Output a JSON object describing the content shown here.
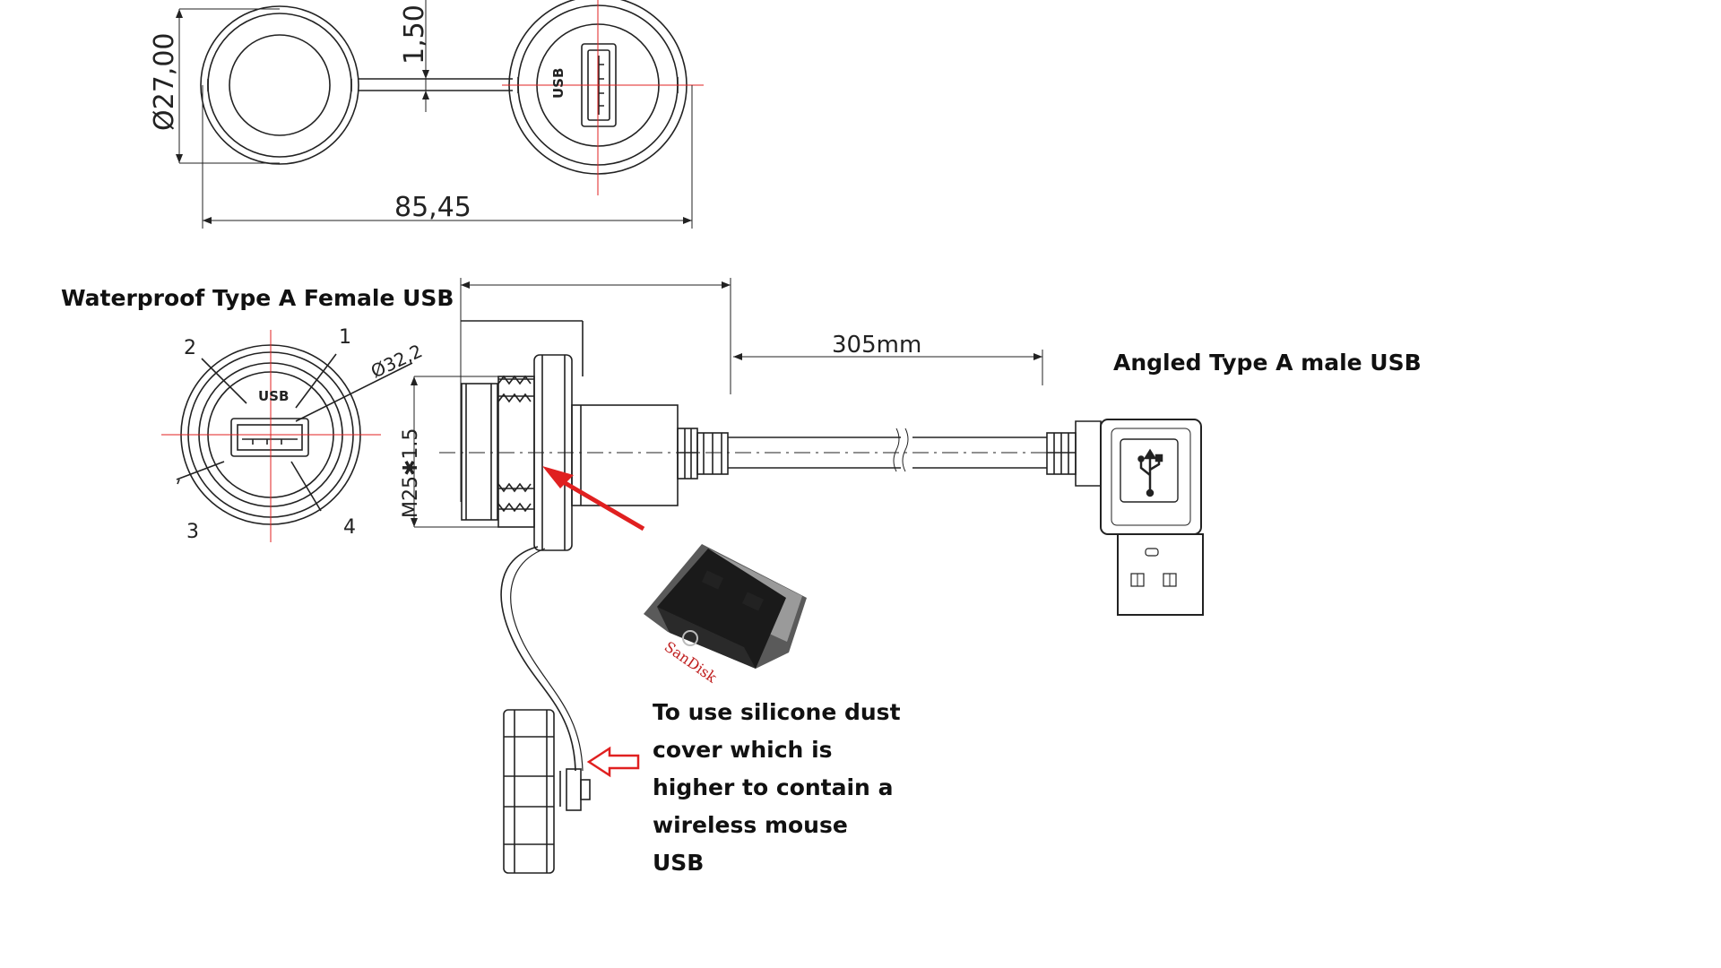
{
  "dimensions": {
    "dia27": "Ø27,00",
    "thick": "1,50",
    "length": "85,45",
    "dia32": "Ø32,2",
    "thread": "M25✱1.5",
    "cable": "305mm"
  },
  "labels": {
    "female_title": "Waterproof Type A Female USB",
    "male_title": "Angled Type A male USB",
    "usb_mark_top": "USB",
    "usb_mark_front": "USB",
    "pins": [
      "1",
      "2",
      "3",
      "4"
    ],
    "sandisk": "SanDisk"
  },
  "note": {
    "lines": [
      "To use silicone dust",
      "cover which is",
      "higher to contain a",
      "wireless mouse",
      "USB"
    ]
  },
  "colors": {
    "line": "#222222",
    "center": "#e02020",
    "arrow": "#e02020"
  }
}
